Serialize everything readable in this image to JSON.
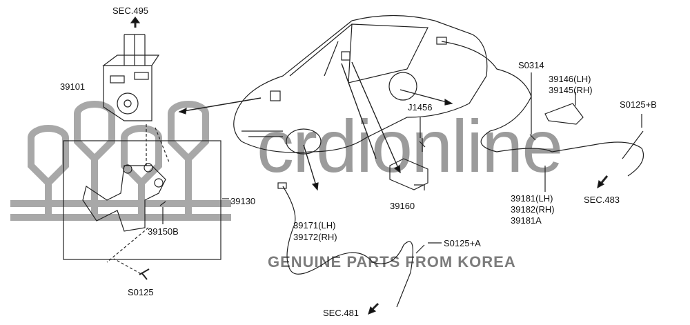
{
  "watermark": {
    "brand": "crdionline",
    "tagline": "GENUINE PARTS FROM KOREA"
  },
  "labels": {
    "sec495": "SEC.495",
    "p39101": "39101",
    "p39130": "39130",
    "p39150b": "39150B",
    "s0125": "S0125",
    "j1456": "J1456",
    "p39160": "39160",
    "p39171": "39171(LH)",
    "p39172": "39172(RH)",
    "s0125a": "S0125+A",
    "sec481": "SEC.481",
    "s0314": "S0314",
    "p39146": "39146(LH)",
    "p39145": "39145(RH)",
    "s0125b": "S0125+B",
    "p39181": "39181(LH)",
    "p39182": "39182(RH)",
    "p39181a": "39181A",
    "sec483": "SEC.483"
  }
}
